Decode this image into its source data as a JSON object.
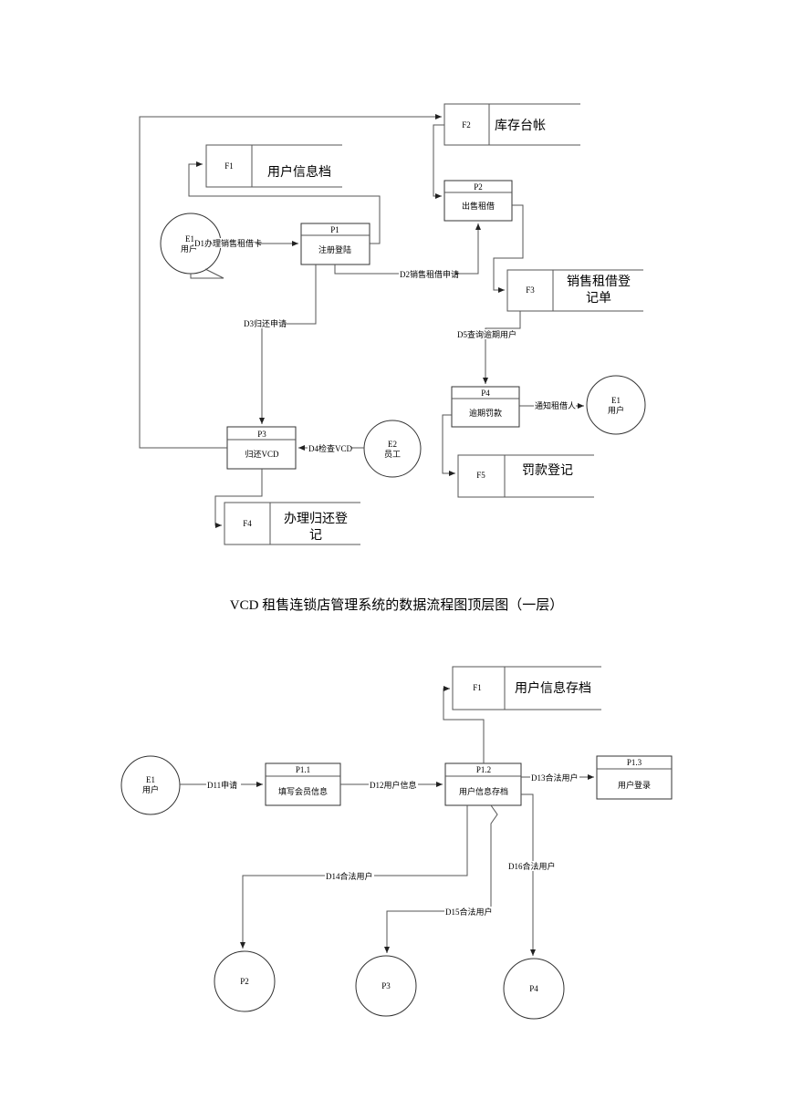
{
  "caption": "VCD 租售连锁店管理系统的数据流程图顶层图（一层）",
  "level1": {
    "stores": {
      "f1": {
        "id": "F1",
        "name": "用户信息档"
      },
      "f2": {
        "id": "F2",
        "name": "库存台帐"
      },
      "f3": {
        "id": "F3",
        "name_line1": "销售租借登",
        "name_line2": "记单"
      },
      "f4": {
        "id": "F4",
        "name_line1": "办理归还登",
        "name_line2": "记"
      },
      "f5": {
        "id": "F5",
        "name": "罚款登记"
      }
    },
    "processes": {
      "p1": {
        "id": "P1",
        "name": "注册登陆"
      },
      "p2": {
        "id": "P2",
        "name": "出售租借"
      },
      "p3": {
        "id": "P3",
        "name": "归还VCD"
      },
      "p4": {
        "id": "P4",
        "name": "逾期罚款"
      }
    },
    "entities": {
      "e1_left": {
        "id": "E1",
        "name": "用户"
      },
      "e1_right": {
        "id": "E1",
        "name": "用户"
      },
      "e2": {
        "id": "E2",
        "name": "员工"
      }
    },
    "flows": {
      "d1": "D1办理销售租借卡",
      "d2": "D2销售租借申请",
      "d3": "D3归还申请",
      "d4": "D4检查VCD",
      "d5": "D5查询逾期用户",
      "notify": "通知租借人"
    }
  },
  "level2": {
    "store_f1": {
      "id": "F1",
      "name": "用户信息存档"
    },
    "e1": {
      "id": "E1",
      "name": "用户"
    },
    "p11": {
      "id": "P1.1",
      "name": "填写会员信息"
    },
    "p12": {
      "id": "P1.2",
      "name": "用户信息存档"
    },
    "p13": {
      "id": "P1.3",
      "name": "用户登录"
    },
    "p2": {
      "id": "P2"
    },
    "p3": {
      "id": "P3"
    },
    "p4": {
      "id": "P4"
    },
    "flows": {
      "d11": "D11申请",
      "d12": "D12用户信息",
      "d13": "D13合法用户",
      "d14": "D14合法用户",
      "d15": "D15合法用户",
      "d16": "D16合法用户"
    }
  },
  "colors": {
    "line": "#555555",
    "box": "#333333",
    "background": "#ffffff"
  }
}
